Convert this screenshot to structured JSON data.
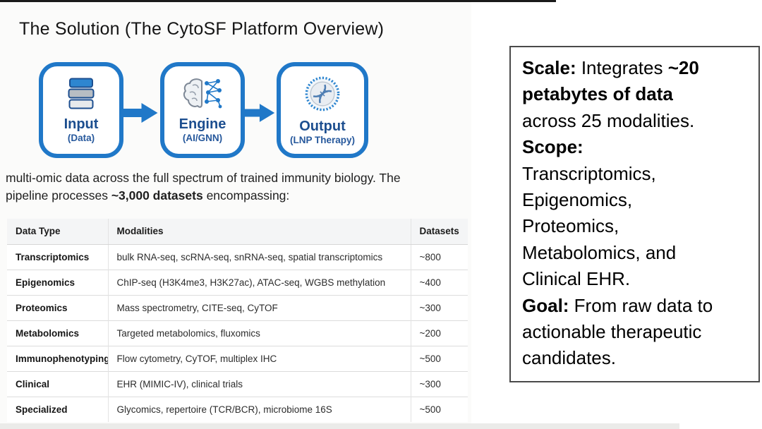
{
  "page": {
    "title": "The Solution (The CytoSF Platform Overview)"
  },
  "colors": {
    "accent_blue": "#2078c8",
    "node_label_navy": "#1c4e8f",
    "table_header_bg": "#f4f5f6",
    "top_line_black": "#1a1a1a"
  },
  "diagram": {
    "nodes": [
      {
        "label": "Input",
        "sublabel": "(Data)",
        "icon": "database-icon"
      },
      {
        "label": "Engine",
        "sublabel": "(AI/GNN)",
        "icon": "brain-network-icon"
      },
      {
        "label": "Output",
        "sublabel": "(LNP Therapy)",
        "icon": "lnp-particle-icon"
      }
    ]
  },
  "intro": {
    "lines": [
      [
        {
          "t": "multi-omic data across the full spectrum of trained immunity biology. The",
          "b": 0
        }
      ],
      [
        {
          "t": "pipeline processes ",
          "b": 0
        },
        {
          "t": "~3,000 datasets",
          "b": 1
        },
        {
          "t": " encompassing:",
          "b": 0
        }
      ]
    ]
  },
  "table": {
    "columns": [
      "Data Type",
      "Modalities",
      "Datasets"
    ],
    "rows": [
      [
        "Transcriptomics",
        "bulk RNA-seq, scRNA-seq, snRNA-seq, spatial transcriptomics",
        "~800"
      ],
      [
        "Epigenomics",
        "ChIP-seq (H3K4me3, H3K27ac), ATAC-seq, WGBS methylation",
        "~400"
      ],
      [
        "Proteomics",
        "Mass spectrometry, CITE-seq, CyTOF",
        "~300"
      ],
      [
        "Metabolomics",
        "Targeted metabolomics, fluxomics",
        "~200"
      ],
      [
        "Immunophenotyping",
        "Flow cytometry, CyTOF, multiplex IHC",
        "~500"
      ],
      [
        "Clinical",
        "EHR (MIMIC-IV), clinical trials",
        "~300"
      ],
      [
        "Specialized",
        "Glycomics, repertoire (TCR/BCR), microbiome 16S",
        "~500"
      ]
    ]
  },
  "sidebar": {
    "lines": [
      [
        {
          "t": "Scale:",
          "b": 1
        },
        {
          "t": " Integrates ",
          "b": 0
        },
        {
          "t": "~20",
          "b": 1
        }
      ],
      [
        {
          "t": "petabytes of data",
          "b": 1
        }
      ],
      [
        {
          "t": "across 25 modalities.",
          "b": 0
        }
      ],
      [
        {
          "t": "Scope:",
          "b": 1
        }
      ],
      [
        {
          "t": "Transcriptomics,",
          "b": 0
        }
      ],
      [
        {
          "t": "Epigenomics,",
          "b": 0
        }
      ],
      [
        {
          "t": "Proteomics,",
          "b": 0
        }
      ],
      [
        {
          "t": "Metabolomics, and",
          "b": 0
        }
      ],
      [
        {
          "t": "Clinical EHR.",
          "b": 0
        }
      ],
      [
        {
          "t": "Goal:",
          "b": 1
        },
        {
          "t": " From raw data to",
          "b": 0
        }
      ],
      [
        {
          "t": "actionable therapeutic",
          "b": 0
        }
      ],
      [
        {
          "t": "candidates.",
          "b": 0
        }
      ]
    ]
  }
}
